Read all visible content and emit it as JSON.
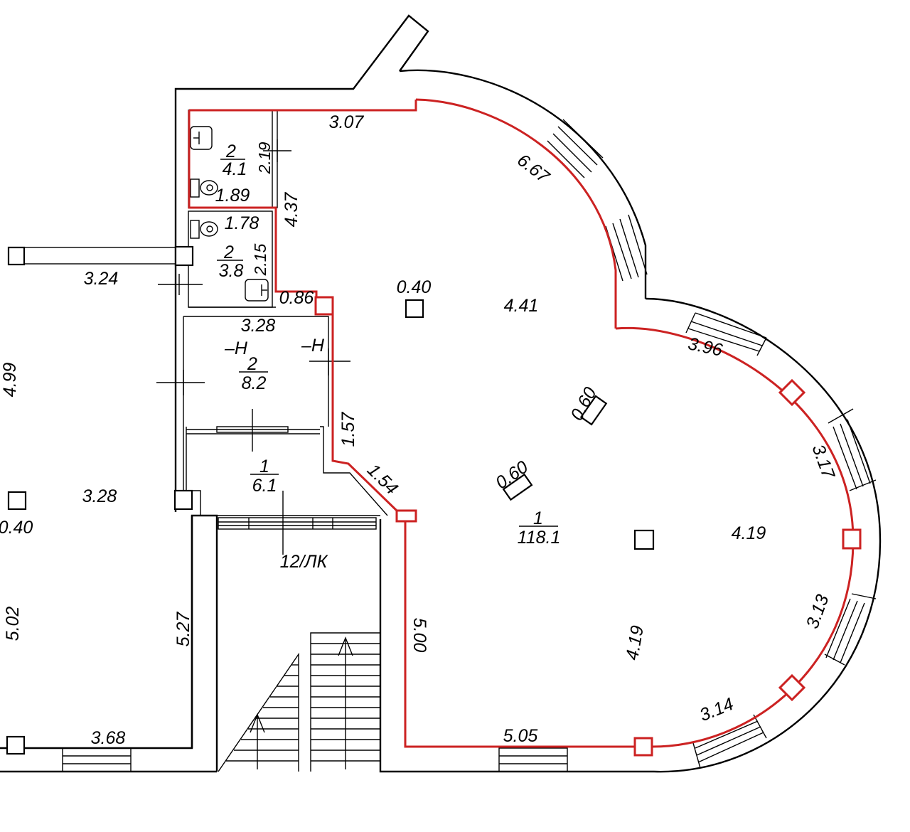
{
  "colors": {
    "boundary": "#cc2222",
    "lines": "#000000",
    "background": "#ffffff"
  },
  "rooms": {
    "wc_upper": {
      "num": "2",
      "area": "4.1"
    },
    "wc_lower": {
      "num": "2",
      "area": "3.8"
    },
    "lobby": {
      "num": "2",
      "area": "8.2"
    },
    "vestibule": {
      "num": "1",
      "area": "6.1"
    },
    "main_hall": {
      "num": "1",
      "area": "118.1"
    }
  },
  "staircase_label": "12/ЛК",
  "height_marks": [
    "–Н",
    "–Н"
  ],
  "dimensions": {
    "d307": "3.07",
    "d667": "6.67",
    "d219": "2.19",
    "d189": "1.89",
    "d437": "4.37",
    "d178": "1.78",
    "d215": "2.15",
    "d324": "3.24",
    "d086": "0.86",
    "d040_top": "0.40",
    "d441": "4.41",
    "d396": "3.96",
    "d328_top": "3.28",
    "d499": "4.99",
    "d060_a": "0.60",
    "d157": "1.57",
    "d154": "1.54",
    "d060_b": "0.60",
    "d317": "3.17",
    "d328_left": "3.28",
    "d040_left": "0.40",
    "d419_right": "4.19",
    "d500": "5.00",
    "d502": "5.02",
    "d527": "5.27",
    "d313": "3.13",
    "d419_bottom": "4.19",
    "d314": "3.14",
    "d368": "3.68",
    "d505": "5.05"
  }
}
